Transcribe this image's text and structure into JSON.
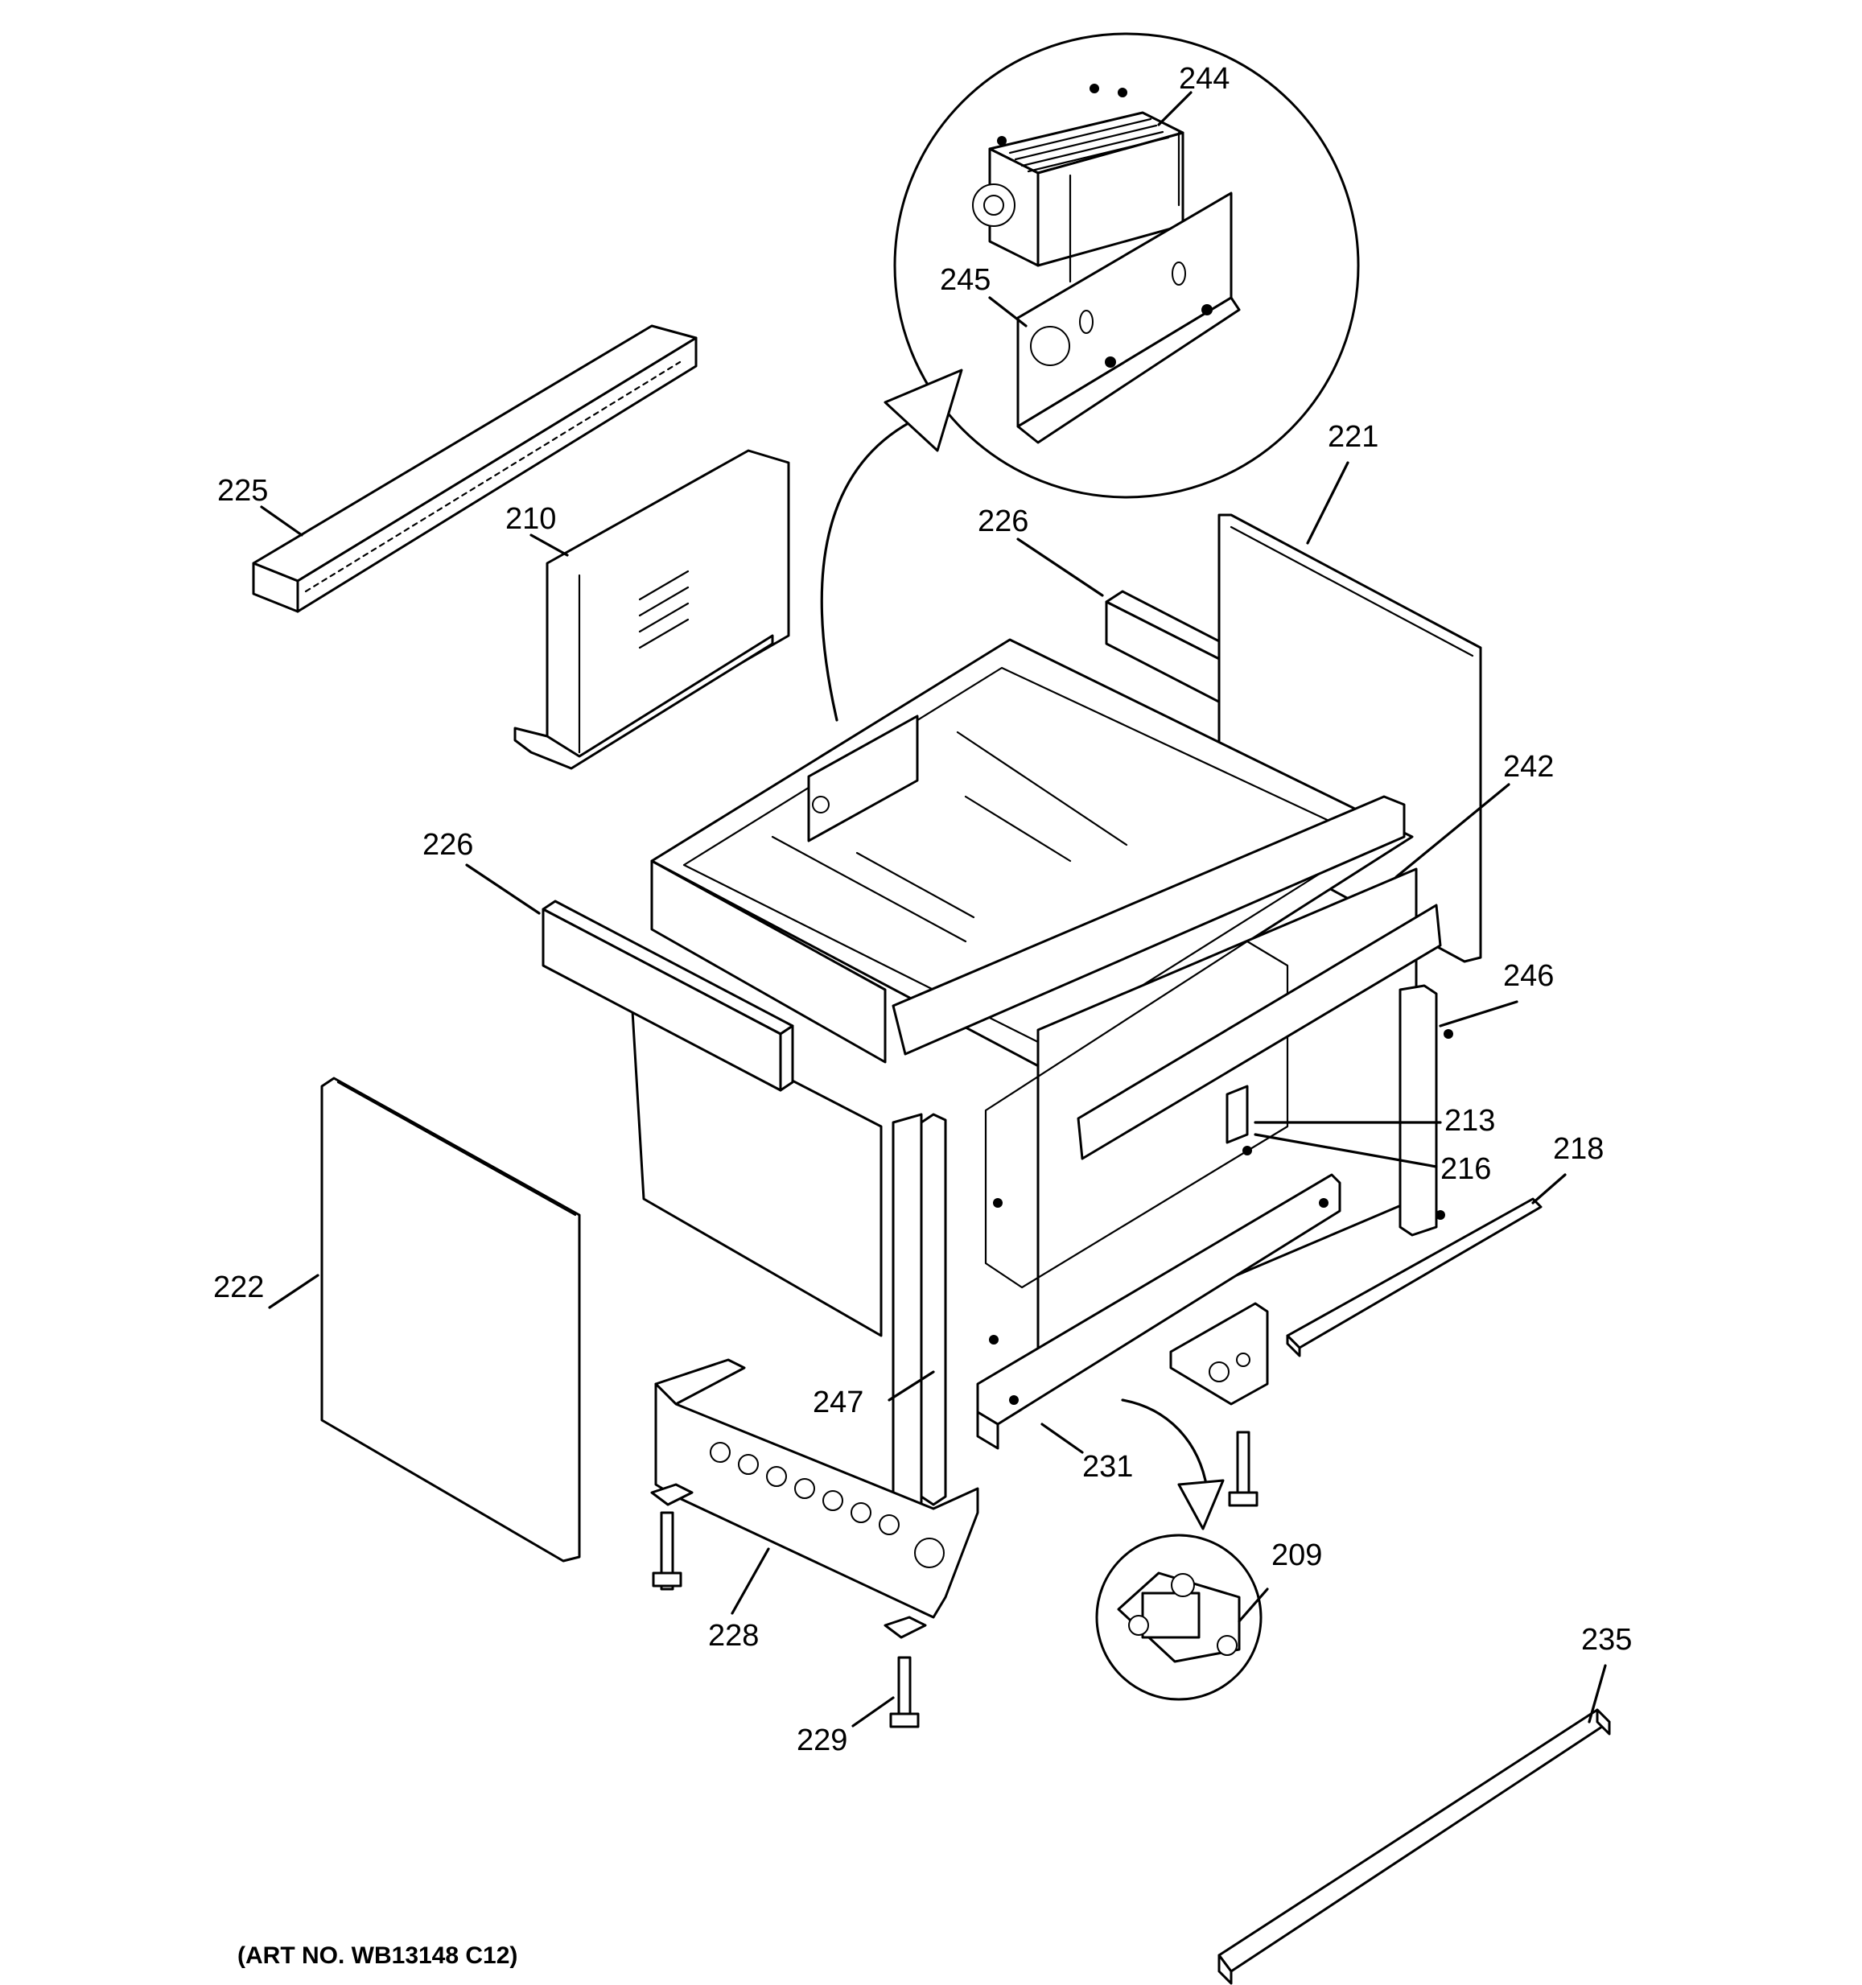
{
  "art_number": "(ART NO. WB13148 C12)",
  "callouts": {
    "c244": "244",
    "c245": "245",
    "c225": "225",
    "c210": "210",
    "c226_top": "226",
    "c221": "221",
    "c242": "242",
    "c226_left": "226",
    "c246": "246",
    "c213": "213",
    "c216": "216",
    "c218": "218",
    "c222": "222",
    "c247": "247",
    "c231": "231",
    "c209": "209",
    "c228": "228",
    "c229": "229",
    "c235": "235"
  }
}
